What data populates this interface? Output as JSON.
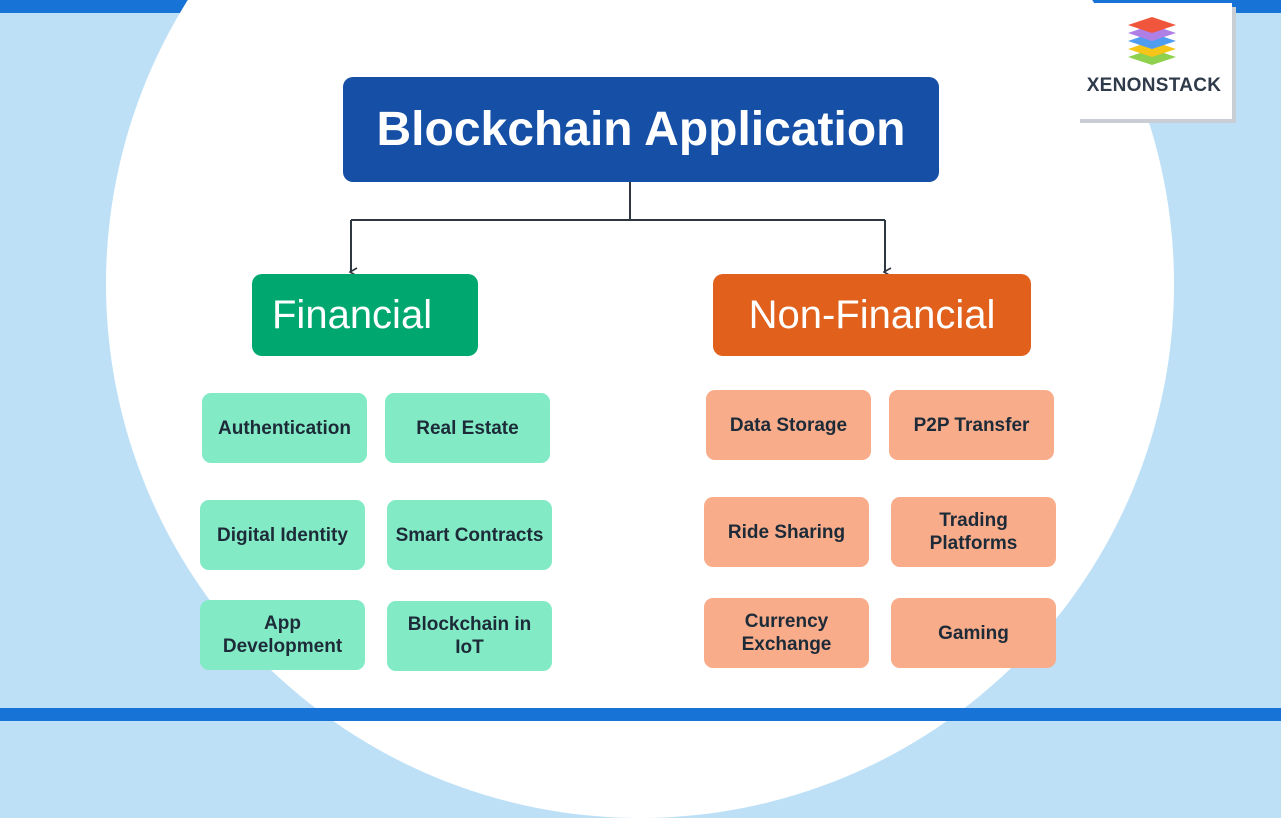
{
  "logo": {
    "text": "XENONSTACK"
  },
  "title": "Blockchain Application",
  "categories": [
    {
      "label": "Financial",
      "color": "#00a870"
    },
    {
      "label": "Non-Financial",
      "color": "#e0601c"
    }
  ],
  "financial_items": [
    "Authentication",
    "Real Estate",
    "Digital Identity",
    "Smart Contracts",
    "App Development",
    "Blockchain in IoT"
  ],
  "non_financial_items": [
    "Data Storage",
    "P2P Transfer",
    "Ride Sharing",
    "Trading Platforms",
    "Currency Exchange",
    "Gaming"
  ],
  "colors": {
    "title_bg": "#1650a6",
    "financial_item_bg": "#82ebc6",
    "non_financial_item_bg": "#f9ac8a",
    "frame": "#1773d6",
    "background": "#bde0f7"
  }
}
